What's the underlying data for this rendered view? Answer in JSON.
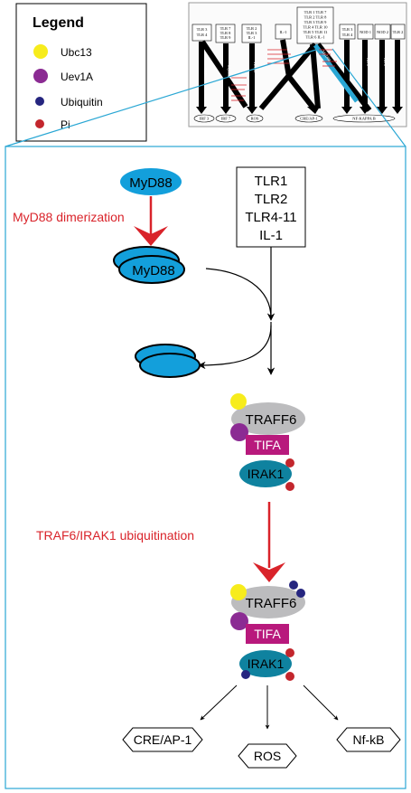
{
  "legend": {
    "title": "Legend",
    "items": [
      {
        "label": "Ubc13",
        "color": "#f7ec1c"
      },
      {
        "label": "Uev1A",
        "color": "#8b2b93"
      },
      {
        "label": "Ubiquitin",
        "color": "#25257f"
      },
      {
        "label": "Pi",
        "color": "#c3262d"
      }
    ]
  },
  "overview": {
    "receptor_boxes": [
      {
        "lines": [
          "TLR 3",
          "TLR 4"
        ]
      },
      {
        "lines": [
          "TLR 7",
          "TLR 8",
          "TLR 9"
        ]
      },
      {
        "lines": [
          "TLR 2",
          "TLR 3",
          "IL-1"
        ]
      },
      {
        "lines": [
          "IL-1"
        ]
      },
      {
        "lines": [
          "TLR 1  TLR 7",
          "TLR 2  TLR 8",
          "TLR 3  TLR 9",
          "TLR 4  TLR 10",
          "TLR 5  TLR 11",
          "TLR 6  IL-1"
        ]
      },
      {
        "lines": [
          "TLR 3",
          "TLR 4"
        ]
      },
      {
        "lines": [
          "NOD 1"
        ]
      },
      {
        "lines": [
          "NOD 2"
        ]
      },
      {
        "lines": [
          "TLR 2"
        ]
      }
    ],
    "outputs": [
      "IRF 3",
      "IRF 7",
      "ROS",
      "CRE/AP-1",
      "NF-KAPPA B"
    ],
    "pathway_labels": [
      "TRIF",
      "MyD88",
      "MyD88",
      "TIRAP",
      "RIP2",
      "RIP2"
    ]
  },
  "main": {
    "myd88": "MyD88",
    "myd88_dimer": "MyD88",
    "dimerization_label": "MyD88 dimerization",
    "receptors": [
      "TLR1",
      "TLR2",
      "TLR4-11",
      "IL-1"
    ],
    "complex": {
      "traff6": "TRAFF6",
      "tifa": "TIFA",
      "irak1": "IRAK1"
    },
    "ubiquitination_label": "TRAF6/IRAK1 ubiquitination",
    "outputs": [
      "CRE/AP-1",
      "ROS",
      "Nf-kB"
    ]
  },
  "colors": {
    "myd88": "#139fdb",
    "traff6": "#bcbcbe",
    "tifa": "#b8197c",
    "irak1": "#0f829f",
    "accent_red": "#d9232a",
    "frame": "#2aa7d4"
  }
}
